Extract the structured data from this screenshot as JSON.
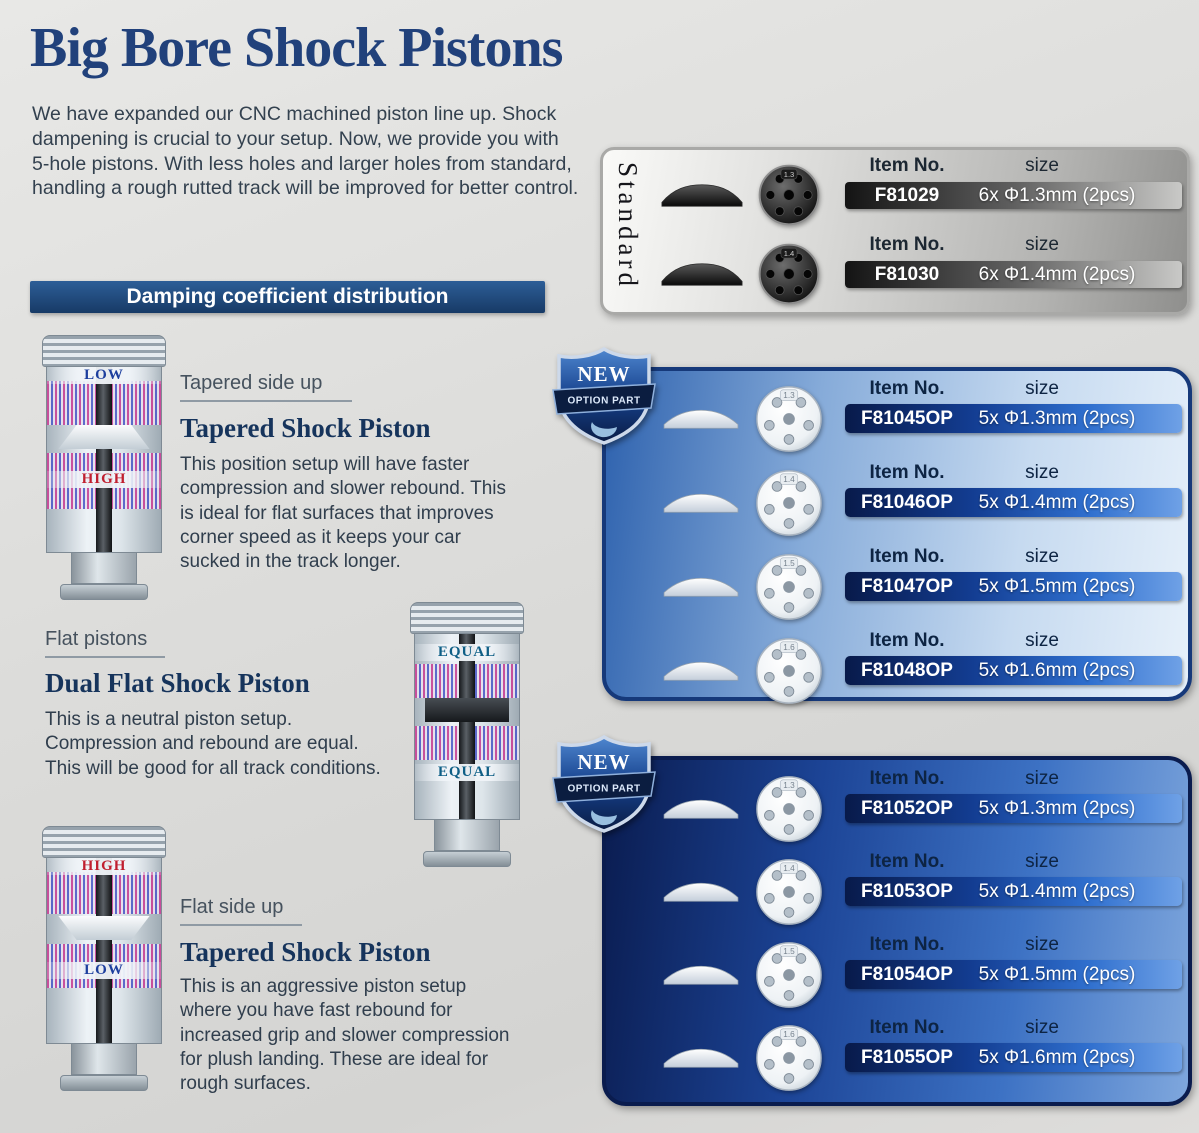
{
  "header": {
    "title": "Big Bore Shock Pistons",
    "intro": "We have expanded our CNC machined piston line up. Shock dampening is crucial to your setup. Now, we provide you with 5-hole pistons.  With less holes and larger holes from standard, handling a rough rutted track will be improved for better control.",
    "banner": "Damping coefficient distribution"
  },
  "labels": {
    "item": "Item No.",
    "size": "size"
  },
  "badge": {
    "new": "NEW",
    "part": "OPTION PART"
  },
  "standard": {
    "label": "Standard",
    "rows": [
      {
        "piston": "1.3",
        "item": "F81029",
        "size": "6x Φ1.3mm (2pcs)"
      },
      {
        "piston": "1.4",
        "item": "F81030",
        "size": "6x Φ1.4mm (2pcs)"
      }
    ]
  },
  "option1": {
    "rows": [
      {
        "piston": "1.3",
        "item": "F81045OP",
        "size": "5x Φ1.3mm (2pcs)"
      },
      {
        "piston": "1.4",
        "item": "F81046OP",
        "size": "5x Φ1.4mm (2pcs)"
      },
      {
        "piston": "1.5",
        "item": "F81047OP",
        "size": "5x Φ1.5mm (2pcs)"
      },
      {
        "piston": "1.6",
        "item": "F81048OP",
        "size": "5x Φ1.6mm (2pcs)"
      }
    ]
  },
  "option2": {
    "rows": [
      {
        "piston": "1.3",
        "item": "F81052OP",
        "size": "5x Φ1.3mm (2pcs)"
      },
      {
        "piston": "1.4",
        "item": "F81053OP",
        "size": "5x Φ1.4mm (2pcs)"
      },
      {
        "piston": "1.5",
        "item": "F81054OP",
        "size": "5x Φ1.5mm (2pcs)"
      },
      {
        "piston": "1.6",
        "item": "F81055OP",
        "size": "5x Φ1.6mm (2pcs)"
      }
    ]
  },
  "sections": {
    "tapered_up": {
      "kicker": "Tapered side up",
      "heading": "Tapered Shock Piston",
      "body": "This position setup will have faster compression and slower rebound. This is ideal for flat surfaces that improves corner speed as it keeps your car sucked in the track longer.",
      "label_top": "LOW",
      "label_bottom": "HIGH"
    },
    "flat": {
      "kicker": "Flat pistons",
      "heading": "Dual Flat Shock Piston",
      "body": "This is a neutral piston setup. Compression and rebound are equal. This will be good for all track conditions.",
      "label_top": "EQUAL",
      "label_bottom": "EQUAL"
    },
    "tapered_down": {
      "kicker": "Flat side up",
      "heading": "Tapered Shock Piston",
      "body": "This is an aggressive piston setup where you have fast rebound for increased grip and slower compression for plush landing. These are ideal for rough surfaces.",
      "label_top": "HIGH",
      "label_bottom": "LOW"
    }
  }
}
